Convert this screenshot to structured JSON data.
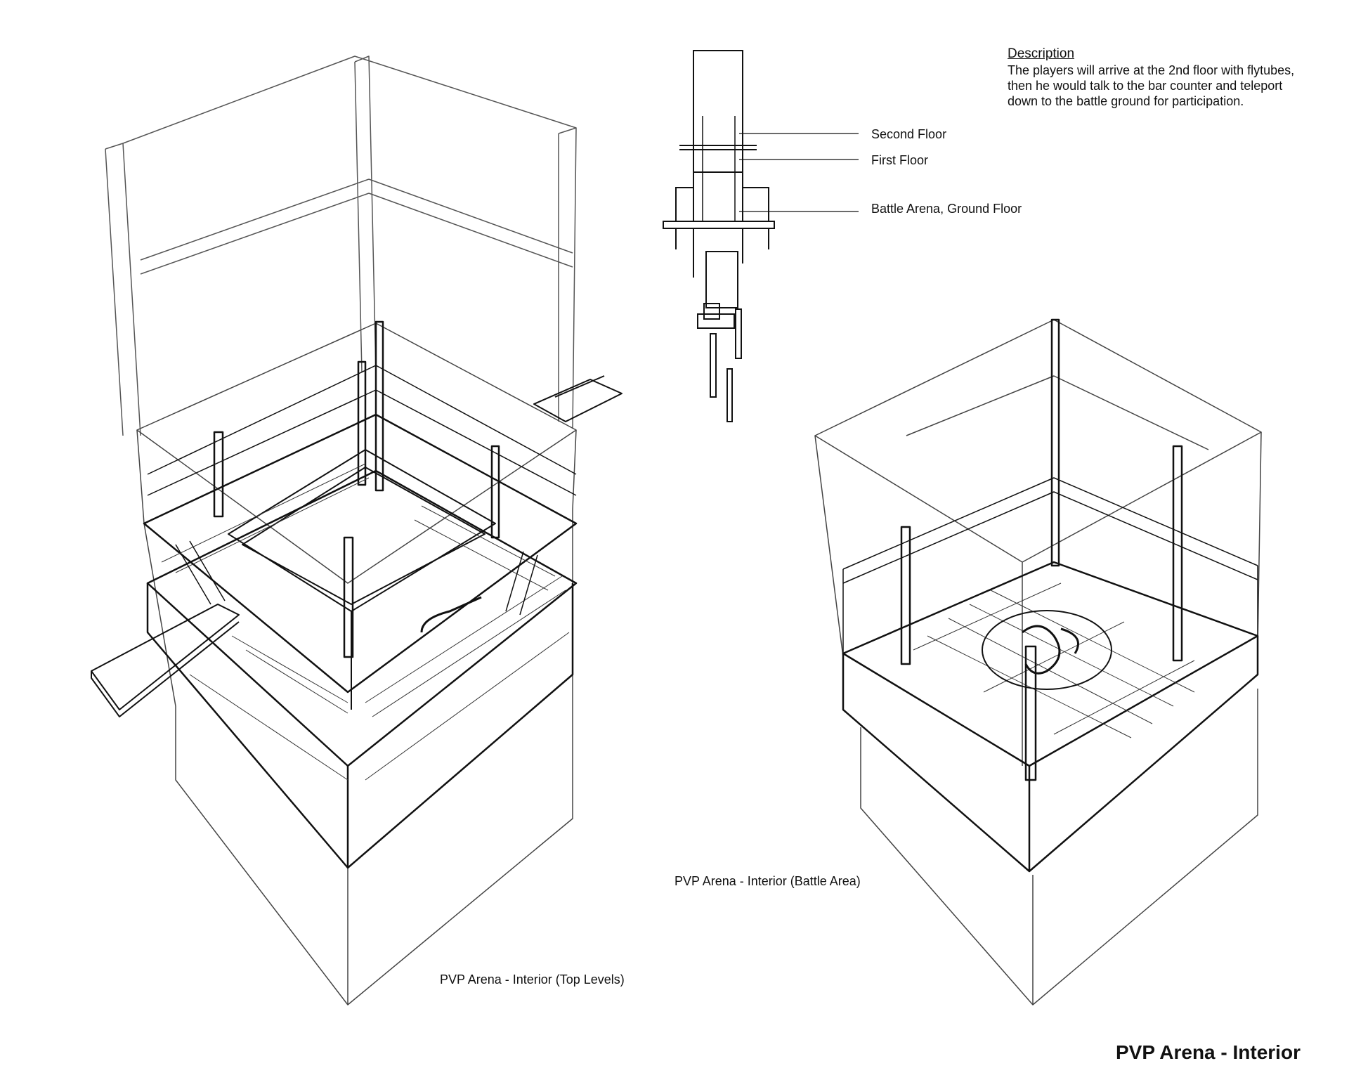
{
  "description": {
    "heading": "Description",
    "lines": [
      "The players will arrive at the 2nd floor with flytubes,",
      "then he would talk to the bar counter and teleport",
      "down to the battle ground for participation."
    ]
  },
  "section_labels": {
    "second_floor": "Second Floor",
    "first_floor": "First Floor",
    "ground_floor": "Battle Arena, Ground Floor"
  },
  "captions": {
    "top_levels": "PVP Arena - Interior (Top Levels)",
    "battle_area": "PVP Arena - Interior (Battle Area)"
  },
  "sheet_title": "PVP Arena - Interior",
  "colors": {
    "ink": "#111111",
    "paper": "#ffffff",
    "light_line": "#7a7a7a"
  }
}
